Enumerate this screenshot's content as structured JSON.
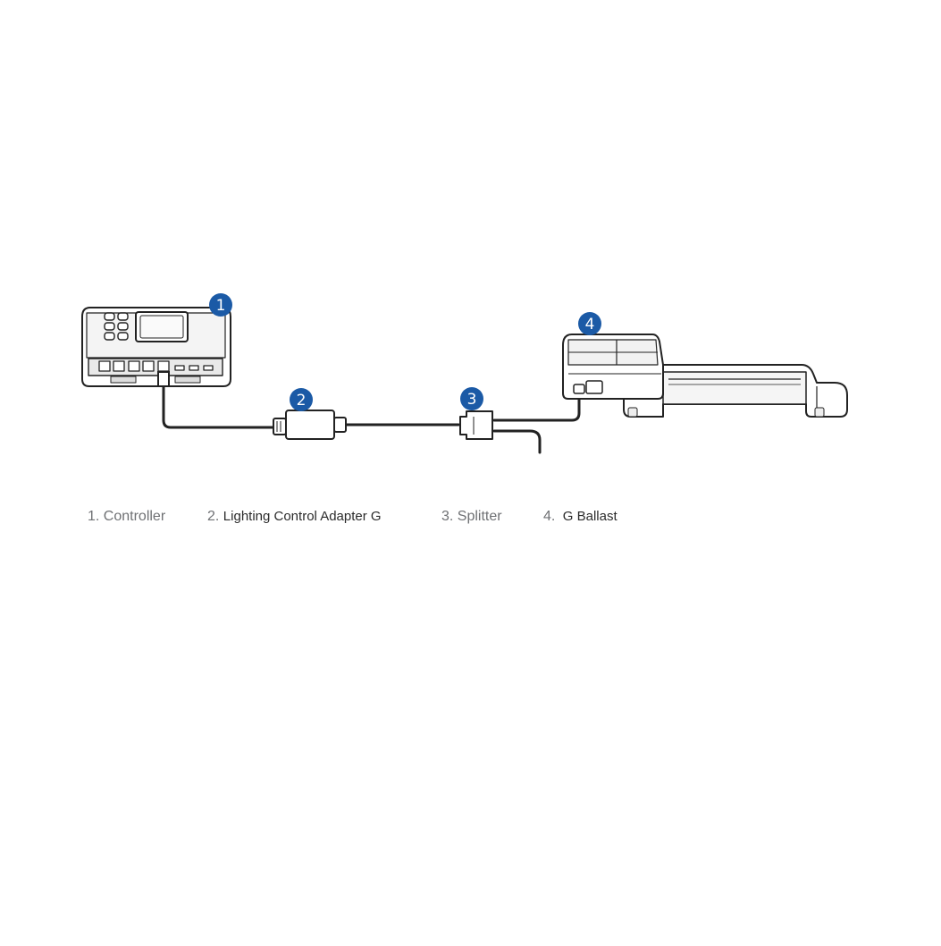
{
  "colors": {
    "marker": "#1b5aa6",
    "line": "#222222",
    "caption": "#6f7174"
  },
  "markers": [
    {
      "id": "1"
    },
    {
      "id": "2"
    },
    {
      "id": "3"
    },
    {
      "id": "4"
    }
  ],
  "captions": [
    {
      "num": "1.",
      "text": "Controller"
    },
    {
      "num": "2.",
      "text": "Lighting Control Adapter G"
    },
    {
      "num": "3.",
      "text": "Splitter"
    },
    {
      "num": "4.",
      "text": "G Ballast"
    }
  ]
}
